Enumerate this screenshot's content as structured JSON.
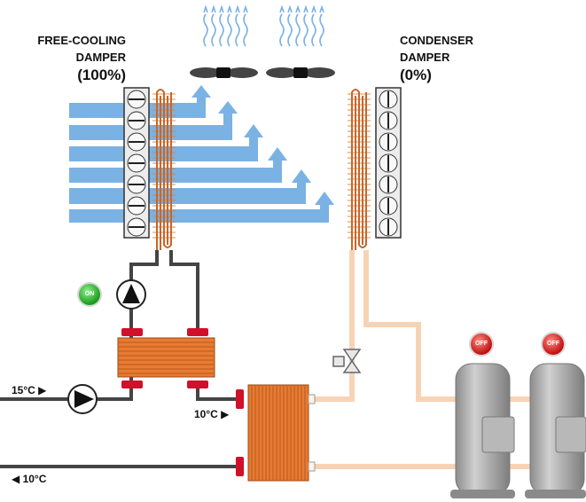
{
  "free_cooling_damper": {
    "title_line1": "FREE-COOLING",
    "title_line2": "DAMPER",
    "percent": "(100%)"
  },
  "condenser_damper": {
    "title_line1": "CONDENSER",
    "title_line2": "DAMPER",
    "percent": "(0%)"
  },
  "temperatures": {
    "inlet": "15°C ▶",
    "intermediate": "10°C ▶",
    "outlet": "◀ 10°C"
  },
  "status": {
    "pump": "ON",
    "compressor_1": "OFF",
    "compressor_2": "OFF"
  },
  "colors": {
    "air": "#7ab2e4",
    "water_pipe": "#444444",
    "refrigerant_pipe": "#f7d3b5",
    "coil": "#d8843c",
    "heat_exchanger": "#e87a32",
    "flange": "#d1102a",
    "compressor": "#a9a9a9",
    "status_on": "#22aa22",
    "status_off": "#d81f1f"
  },
  "icons": {
    "fans": [
      "fan-icon",
      "fan-icon"
    ],
    "exhaust": [
      "hot-air-exhaust-icon",
      "hot-air-exhaust-icon"
    ],
    "pumps": [
      "pump-icon",
      "pump-icon"
    ],
    "valve": "expansion-valve-icon"
  }
}
